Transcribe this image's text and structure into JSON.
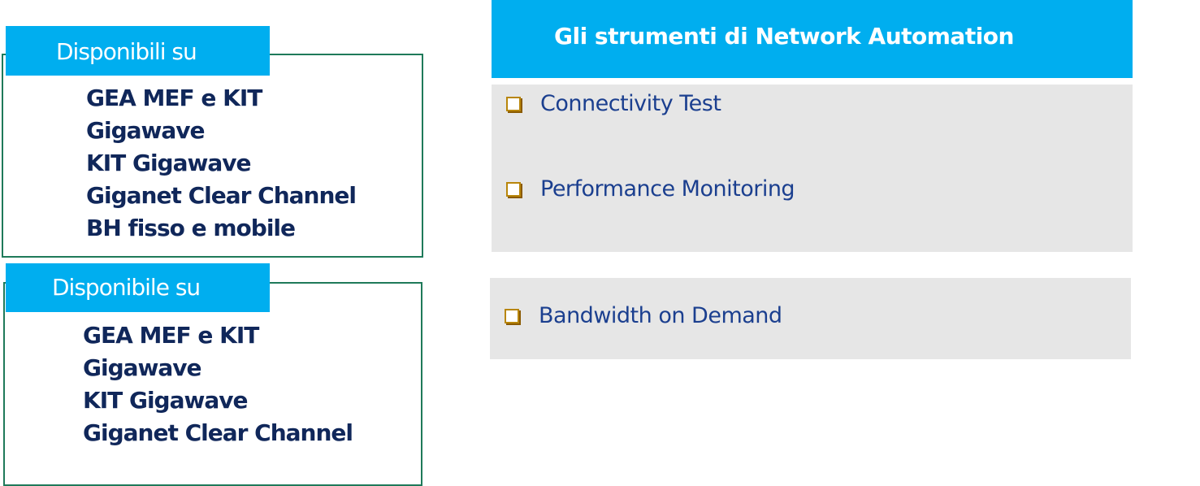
{
  "availability": [
    {
      "label": "Disponibili su",
      "products": [
        "GEA MEF e KIT",
        "Gigawave",
        "KIT Gigawave",
        "Giganet  Clear Channel",
        "BH fisso e mobile"
      ]
    },
    {
      "label": "Disponibile su",
      "products": [
        "GEA MEF e KIT",
        "Gigawave",
        "KIT Gigawave",
        "Giganet  Clear Channel"
      ]
    }
  ],
  "tools": {
    "title": "Gli strumenti  di Network  Automation",
    "groups": [
      {
        "items": [
          {
            "label": "Connectivity Test",
            "icon": "checkbox-icon"
          },
          {
            "label": "Performance  Monitoring",
            "icon": "checkbox-icon"
          }
        ]
      },
      {
        "items": [
          {
            "label": "Bandwidth on Demand",
            "icon": "checkbox-icon"
          }
        ]
      }
    ]
  },
  "colors": {
    "accent": "#00aeef",
    "box_border": "#1f7a5a",
    "product_text": "#10275a",
    "tool_text": "#1b3f8f",
    "panel_bg": "#e6e6e6",
    "checkbox": "#b8860b"
  }
}
